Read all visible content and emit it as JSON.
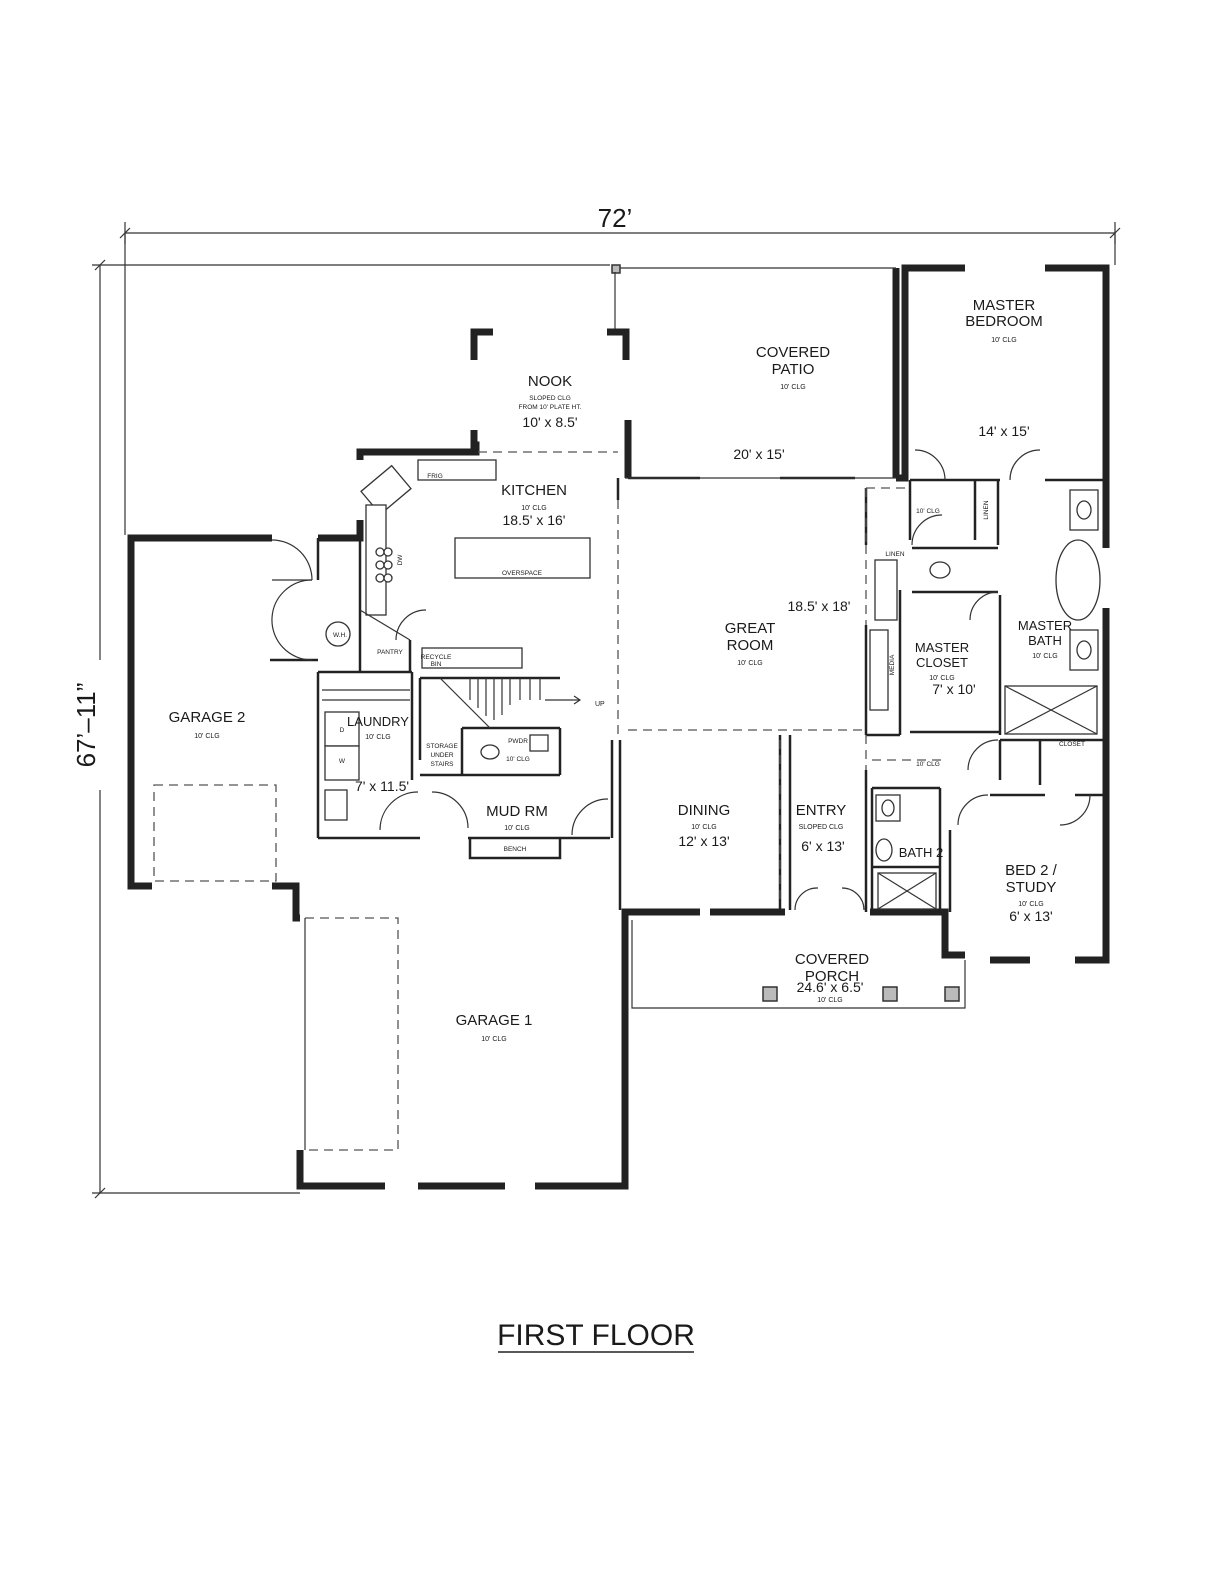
{
  "title": "FIRST FLOOR",
  "dimensions": {
    "width": "72’",
    "depth": "67’–11”"
  },
  "rooms": {
    "nook": {
      "name": "NOOK",
      "note1": "SLOPED CLG",
      "note2": "FROM 10' PLATE HT.",
      "size": "10' x 8.5'"
    },
    "covered_patio": {
      "line1": "COVERED",
      "line2": "PATIO",
      "clg": "10' CLG",
      "size": "20' x 15'"
    },
    "master_bedroom": {
      "line1": "MASTER",
      "line2": "BEDROOM",
      "clg": "10' CLG",
      "size": "14' x 15'"
    },
    "kitchen": {
      "name": "KITCHEN",
      "clg": "10' CLG",
      "size": "18.5' x 16'",
      "island": "OVERSPACE"
    },
    "great_room": {
      "line1": "GREAT",
      "line2": "ROOM",
      "clg": "10' CLG",
      "size": "18.5' x 18'"
    },
    "master_bath": {
      "line1": "MASTER",
      "line2": "BATH",
      "clg": "10' CLG"
    },
    "master_closet": {
      "line1": "MASTER",
      "line2": "CLOSET",
      "clg": "10' CLG",
      "size": "7' x 10'"
    },
    "garage2": {
      "name": "GARAGE 2",
      "clg": "10' CLG"
    },
    "laundry": {
      "name": "LAUNDRY",
      "clg": "10' CLG",
      "size": "7' x 11.5'"
    },
    "mud_rm": {
      "name": "MUD RM",
      "clg": "10' CLG",
      "bench": "BENCH"
    },
    "dining": {
      "name": "DINING",
      "clg": "10' CLG",
      "size": "12' x 13'"
    },
    "entry": {
      "name": "ENTRY",
      "clg": "SLOPED CLG",
      "size": "6' x 13'"
    },
    "bath2": {
      "name": "BATH 2"
    },
    "bed2": {
      "line1": "BED 2 /",
      "line2": "STUDY",
      "clg": "10' CLG",
      "size": "6' x 13'"
    },
    "covered_porch": {
      "line1": "COVERED",
      "line2": "PORCH",
      "size": "24.6' x 6.5'",
      "clg": "10' CLG"
    },
    "garage1": {
      "name": "GARAGE 1",
      "clg": "10' CLG"
    },
    "pantry": {
      "name": "PANTRY"
    },
    "storage": {
      "line1": "STORAGE",
      "line2": "UNDER",
      "line3": "STAIRS"
    },
    "pwdr": {
      "name": "PWDR",
      "clg": "10' CLG"
    }
  },
  "labels": {
    "up": "UP",
    "linen": "LINEN",
    "media": "MEDIA",
    "clg10": "10' CLG",
    "frig": "FRIG",
    "dw": "DW",
    "wh": "W.H.",
    "w": "W",
    "d": "D",
    "recycle": "RECYCLE",
    "recycle2": "BIN",
    "linen2": "LINEN",
    "closet": "CLOSET"
  }
}
